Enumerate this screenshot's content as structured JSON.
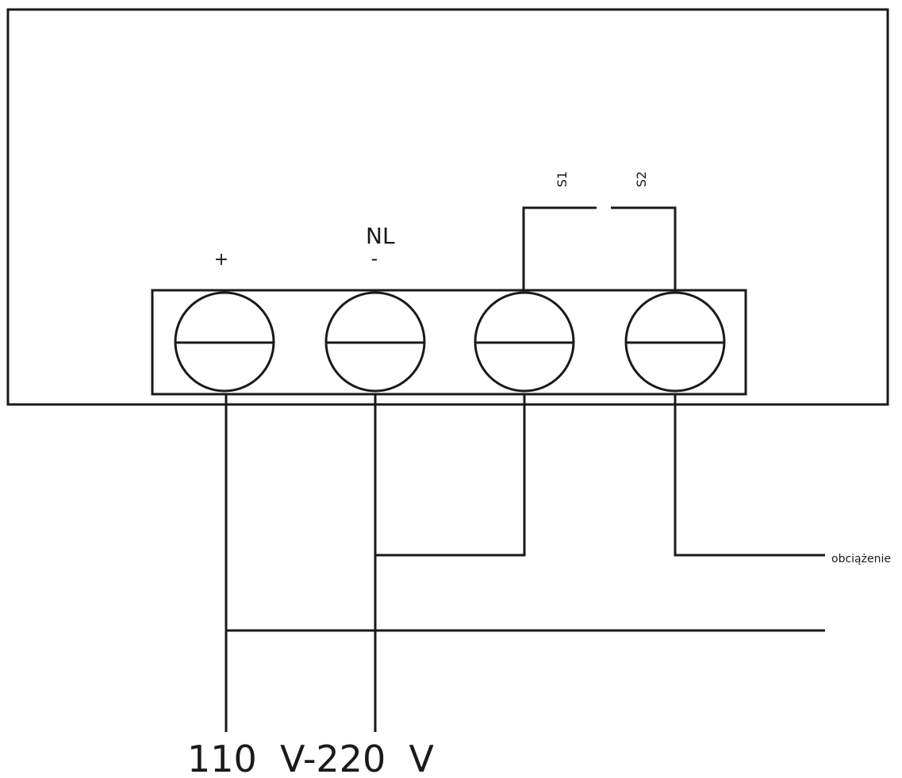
{
  "terminals": {
    "t1": {
      "label": "+"
    },
    "t2": {
      "label_top": "NL",
      "label_bottom": "-"
    },
    "t3": {
      "label": "S1"
    },
    "t4": {
      "label": "S2"
    }
  },
  "load_label": "obciążenie",
  "supply_label": "110  V-220  V",
  "colors": {
    "stroke": "#1a1a1a",
    "background": "#ffffff"
  }
}
